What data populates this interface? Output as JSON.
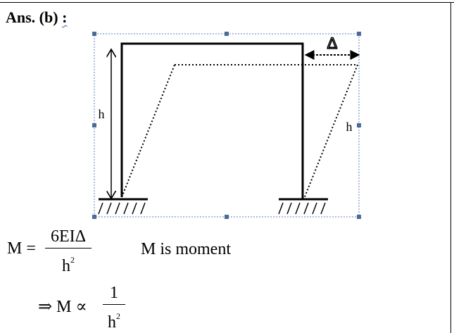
{
  "heading": {
    "label": "Ans. (b)",
    "colon": ":"
  },
  "diagram": {
    "delta_symbol": "Δ",
    "left_height_label": "h",
    "right_height_label": "h"
  },
  "equation1": {
    "lhs": "M =",
    "numerator": "6EIΔ",
    "denominator_base": "h",
    "denominator_exp": "2",
    "note": "M is moment"
  },
  "equation2": {
    "lhs": "⇒ M ∝",
    "numerator": "1",
    "denominator_base": "h",
    "denominator_exp": "2"
  }
}
